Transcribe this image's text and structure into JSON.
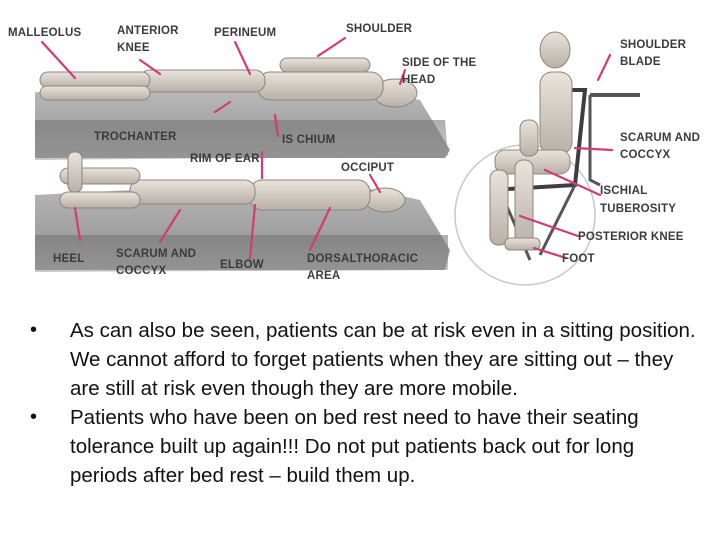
{
  "figure": {
    "labels": {
      "malleolus": "MALLEOLUS",
      "anterior_knee_1": "ANTERIOR",
      "anterior_knee_2": "KNEE",
      "perineum": "PERINEUM",
      "shoulder": "SHOULDER",
      "side_head_1": "SIDE OF THE",
      "side_head_2": "HEAD",
      "shoulder_blade_1": "SHOULDER",
      "shoulder_blade_2": "BLADE",
      "trochanter": "TROCHANTER",
      "ischium": "IS CHIUM",
      "rim_of_ear": "RIM OF EAR",
      "occiput": "OCCIPUT",
      "scarum_coccyx_right_1": "SCARUM AND",
      "scarum_coccyx_right_2": "COCCYX",
      "ischial_1": "ISCHIAL",
      "ischial_2": "TUBEROSITY",
      "posterior_knee": "POSTERIOR KNEE",
      "foot": "FOOT",
      "heel": "HEEL",
      "scarum_coccyx_bottom_1": "SCARUM AND",
      "scarum_coccyx_bottom_2": "COCCYX",
      "elbow": "ELBOW",
      "dorsal_1": "DORSALTHORACIC",
      "dorsal_2": "AREA"
    }
  },
  "bullets": [
    "As can also be seen, patients can be at risk even in a sitting position. We cannot afford to forget patients when they are sitting out – they are still at risk even though they are more mobile.",
    "Patients who have been on bed rest need to have their seating tolerance built up again!!! Do not put patients back out for long periods after bed rest – build them up."
  ],
  "bullet_symbol": "•"
}
